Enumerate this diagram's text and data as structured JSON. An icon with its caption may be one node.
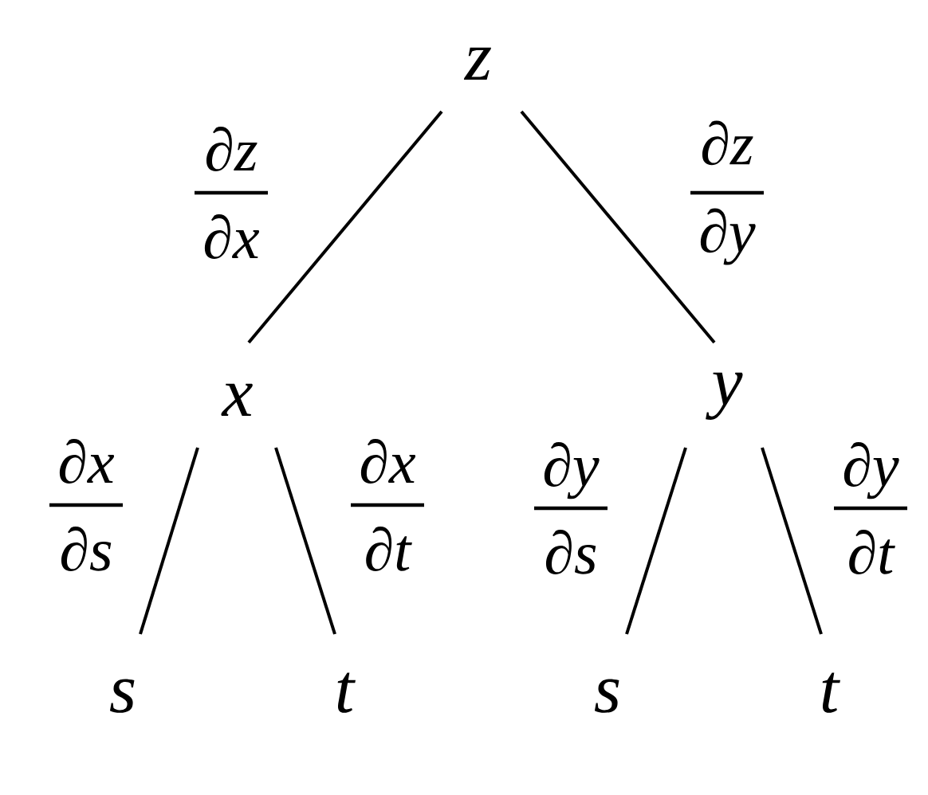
{
  "diagram": {
    "nodes": [
      {
        "text": [
          "z"
        ]
      },
      {
        "text": [
          "x"
        ]
      },
      {
        "text": [
          "y"
        ]
      },
      {
        "text": [
          "s"
        ]
      },
      {
        "text": [
          "t"
        ]
      },
      {
        "text": [
          "s"
        ]
      },
      {
        "text": [
          "t"
        ]
      }
    ],
    "edges": [
      {
        "from": 0,
        "to": 1,
        "arrow": "none",
        "label": "∂z ∂x"
      },
      {
        "from": 0,
        "to": 2,
        "arrow": "none",
        "label": "∂z ∂y"
      },
      {
        "from": 1,
        "to": 3,
        "arrow": "none",
        "label": "∂x ∂s"
      },
      {
        "from": 1,
        "to": 4,
        "arrow": "none",
        "label": "∂x ∂t"
      },
      {
        "from": 2,
        "to": 5,
        "arrow": "none",
        "label": "∂y ∂s"
      },
      {
        "from": 2,
        "to": 6,
        "arrow": "none",
        "label": "∂y ∂t"
      }
    ]
  }
}
